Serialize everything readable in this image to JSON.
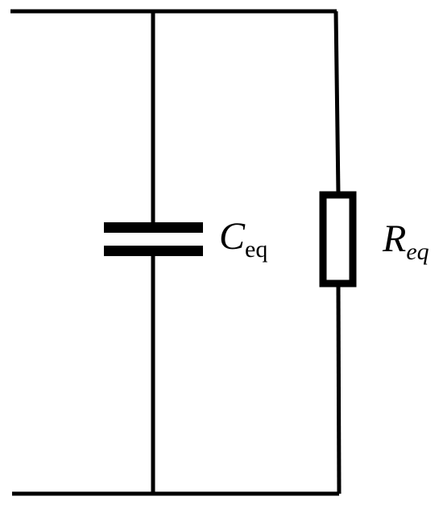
{
  "capacitor": {
    "symbol": "C",
    "subscript": "eq"
  },
  "resistor": {
    "symbol": "R",
    "subscript": "eq"
  },
  "stroke_color": "#000000",
  "background_color": "#ffffff"
}
